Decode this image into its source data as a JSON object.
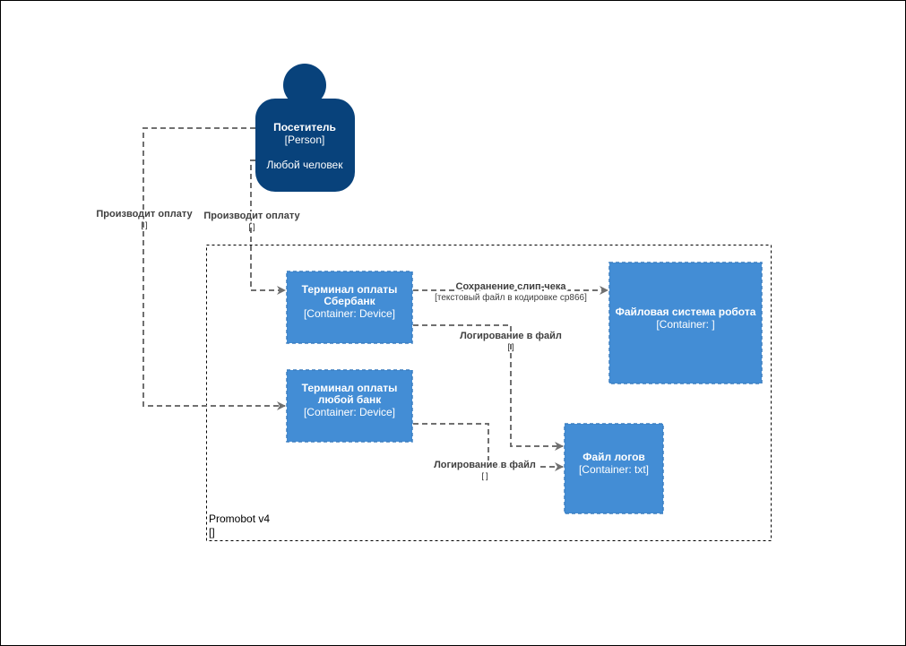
{
  "person": {
    "name": "Посетитель",
    "type": "[Person]",
    "description": "Любой человек"
  },
  "boundary": {
    "name": "Promobot v4",
    "type": "[]"
  },
  "containers": {
    "sber_terminal": {
      "line1": "Терминал оплаты",
      "line2": "Сбербанк",
      "type": "[Container: Device]"
    },
    "any_terminal": {
      "line1": "Терминал оплаты",
      "line2": "любой банк",
      "type": "[Container: Device]"
    },
    "robot_fs": {
      "name": "Файловая система робота",
      "type": "[Container: ]"
    },
    "log_file": {
      "name": "Файл логов",
      "type": "[Container: txt]"
    }
  },
  "edges": {
    "person_to_any": {
      "label": "Производит оплату",
      "tech": "[]"
    },
    "person_to_sber": {
      "label": "Производит оплату",
      "tech": "[]"
    },
    "sber_to_fs": {
      "label": "Сохранение слип-чека",
      "tech": "[текстовый файл в кодировке cp866]"
    },
    "sber_to_log": {
      "label": "Логирование в файл",
      "tech": "[]"
    },
    "any_to_log": {
      "label": "Логирование в файл",
      "tech": "[]"
    }
  },
  "colors": {
    "person": "#08427b",
    "container": "#438dd5",
    "edge": "#707070"
  }
}
